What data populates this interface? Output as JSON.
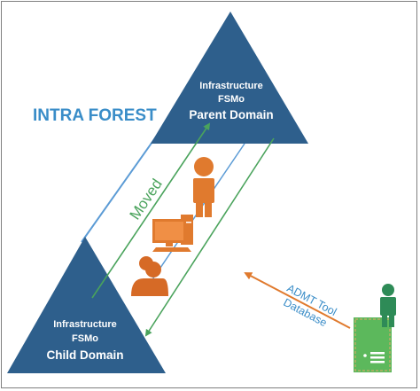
{
  "title": "INTRA FOREST",
  "parent": {
    "line1": "Infrastructure",
    "line2": "FSMo",
    "line3": "Parent Domain"
  },
  "child": {
    "line1": "Infrastructure",
    "line2": "FSMo",
    "line3": "Child Domain"
  },
  "moved_label": "Moved",
  "admt": {
    "line1": "ADMT Tool",
    "line2": "Database"
  },
  "icons": [
    "person-icon",
    "computer-icon",
    "group-icon",
    "server-icon",
    "admin-person-icon"
  ],
  "colors": {
    "triangle": "#2e5f8c",
    "title": "#3a8dc8",
    "green": "#4aa35c",
    "orange": "#e07a2e",
    "server": "#5cb85c",
    "teal": "#2e8b57",
    "connector": "#5b9bd5"
  }
}
